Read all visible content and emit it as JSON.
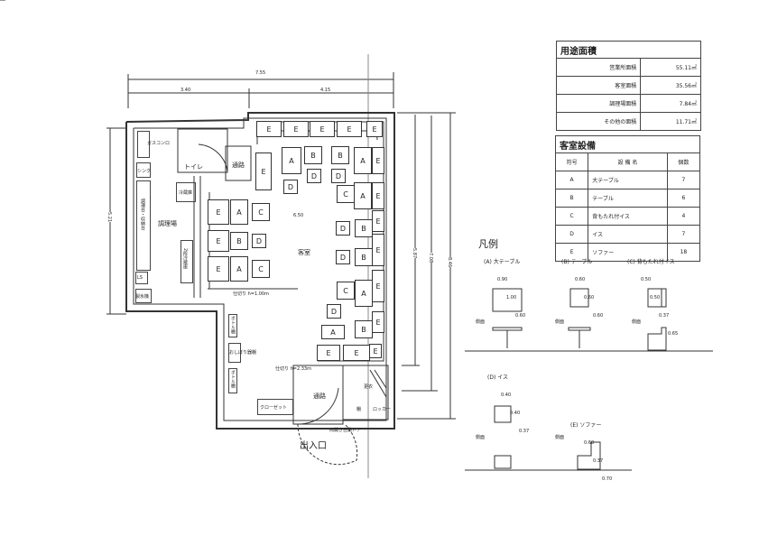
{
  "plan": {
    "dimensions": {
      "overall_width": "7.55",
      "left_width": "3.40",
      "right_width": "4.15",
      "interior_width": "6.50",
      "left_height": "5.21",
      "right_h1": "5.87",
      "right_h2": "7.08",
      "right_h3": "8.46"
    },
    "rooms": {
      "toilet": "トイレ",
      "passage_top": "通路",
      "kitchen": "調理場",
      "guest_room": "客室",
      "passage_bottom": "通路",
      "entrance": "出入口",
      "closet": "クローゼット",
      "changing": "更衣",
      "shelf": "棚",
      "locker": "ロッカー"
    },
    "fixtures": {
      "stove": "ガスコンロ",
      "sink": "シンク",
      "counter": "調理台・収納台",
      "fridge": "冷蔵庫",
      "fridge2": "2段冷蔵庫",
      "ls": "LS",
      "ice": "製氷機",
      "bottle_shelf1": "ボトル棚",
      "oshibori": "おしぼり器棚",
      "bottle_shelf2": "ボトル棚",
      "door": "両開き自動ドア",
      "partition1": "仕切り h=1.00m",
      "partition2": "仕切り h=2.33m"
    },
    "seats": [
      "E",
      "E",
      "E",
      "E",
      "E",
      "E",
      "A",
      "B",
      "B",
      "A",
      "E",
      "D",
      "D",
      "D",
      "C",
      "A",
      "E",
      "E",
      "A",
      "C",
      "E",
      "B",
      "D",
      "E",
      "A",
      "C",
      "D",
      "B",
      "E",
      "D",
      "B",
      "E",
      "C",
      "A",
      "E",
      "D",
      "A",
      "B",
      "E",
      "E",
      "E",
      "E"
    ]
  },
  "area_table": {
    "title": "用途面積",
    "rows": [
      {
        "label": "営業所面積",
        "value": "55.11㎡"
      },
      {
        "label": "客室面積",
        "value": "35.56㎡"
      },
      {
        "label": "調理場面積",
        "value": "7.84㎡"
      },
      {
        "label": "その他の面積",
        "value": "11.71㎡"
      }
    ]
  },
  "equipment_table": {
    "title": "客室設備",
    "headers": [
      "符号",
      "設 備 名",
      "個数"
    ],
    "rows": [
      {
        "code": "A",
        "name": "大テーブル",
        "count": "7"
      },
      {
        "code": "B",
        "name": "テーブル",
        "count": "6"
      },
      {
        "code": "C",
        "name": "背もたれ付イス",
        "count": "4"
      },
      {
        "code": "D",
        "name": "イス",
        "count": "7"
      },
      {
        "code": "E",
        "name": "ソファー",
        "count": "18"
      }
    ]
  },
  "legend": {
    "title": "凡例",
    "side_label": "側面",
    "items": [
      {
        "label": "(A) 大テーブル",
        "w": "0.90",
        "h": "1.00",
        "leg": "0.60"
      },
      {
        "label": "(B) テーブル",
        "w": "0.60",
        "h": "0.60",
        "leg": "0.60"
      },
      {
        "label": "(C) 背もたれ付イス",
        "w": "0.50",
        "h": "0.50",
        "seat": "0.37",
        "back": "0.65"
      },
      {
        "label": "(D) イス",
        "w": "0.40",
        "h": "0.40",
        "seat": "0.37"
      },
      {
        "label": "(E) ソファー",
        "w": "0.60",
        "seat": "0.37",
        "back": "0.70"
      }
    ]
  }
}
